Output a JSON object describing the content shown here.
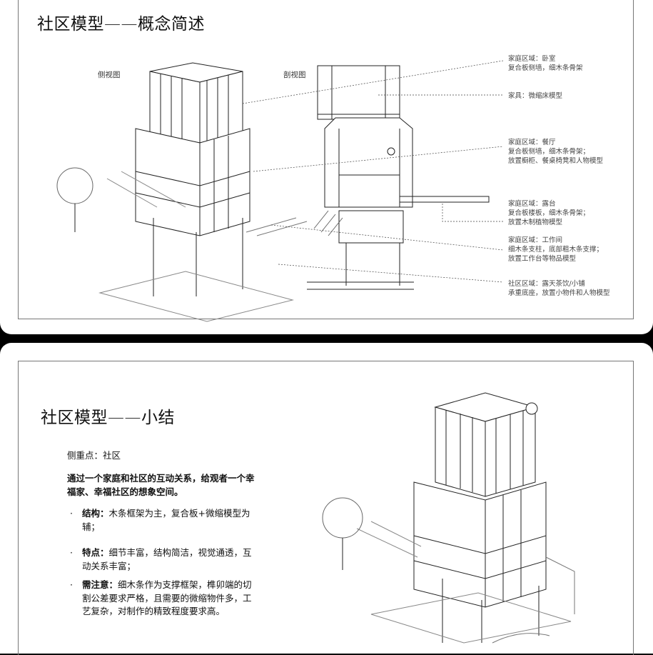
{
  "slide1": {
    "title": "社区模型——概念简述",
    "side_view_label": "侧视图",
    "section_view_label": "剖视图",
    "annotations": [
      {
        "lines": [
          "家庭区域：卧室",
          "复合板侧墙，细木条骨架"
        ]
      },
      {
        "lines": [
          "家具：微缩床模型"
        ]
      },
      {
        "lines": [
          "家庭区域：餐厅",
          "复合板侧墙，细木条骨架；",
          "放置橱柜、餐桌椅凳和人物模型"
        ]
      },
      {
        "lines": [
          "家庭区域：露台",
          "复合板楼板，细木条骨架；",
          "放置木制植物模型"
        ]
      },
      {
        "lines": [
          "家庭区域：工作间",
          "细木条支柱，底部粗木条支撑；",
          "放置工作台等物品模型"
        ]
      },
      {
        "lines": [
          "社区区域：露天茶饮/小铺",
          "承重底座，放置小物件和人物模型"
        ]
      }
    ]
  },
  "slide2": {
    "title": "社区模型——小结",
    "focus": "侧重点：社区",
    "summary": "通过一个家庭和社区的互动关系，给观者一个幸福家、幸福社区的想象空间。",
    "bullets": [
      {
        "dot": "·",
        "head": "结构：",
        "text": "木条框架为主，复合板+微缩模型为辅；"
      },
      {
        "dot": "·",
        "head": "特点：",
        "text": "细节丰富，结构简洁，视觉通透，互动关系丰富；"
      },
      {
        "dot": "·",
        "head": "需注意：",
        "text": "细木条作为支撑框架，榫卯端的切割公差要求严格，且需要的微缩物件多，工艺复杂，对制作的精致程度要求高。"
      }
    ]
  }
}
